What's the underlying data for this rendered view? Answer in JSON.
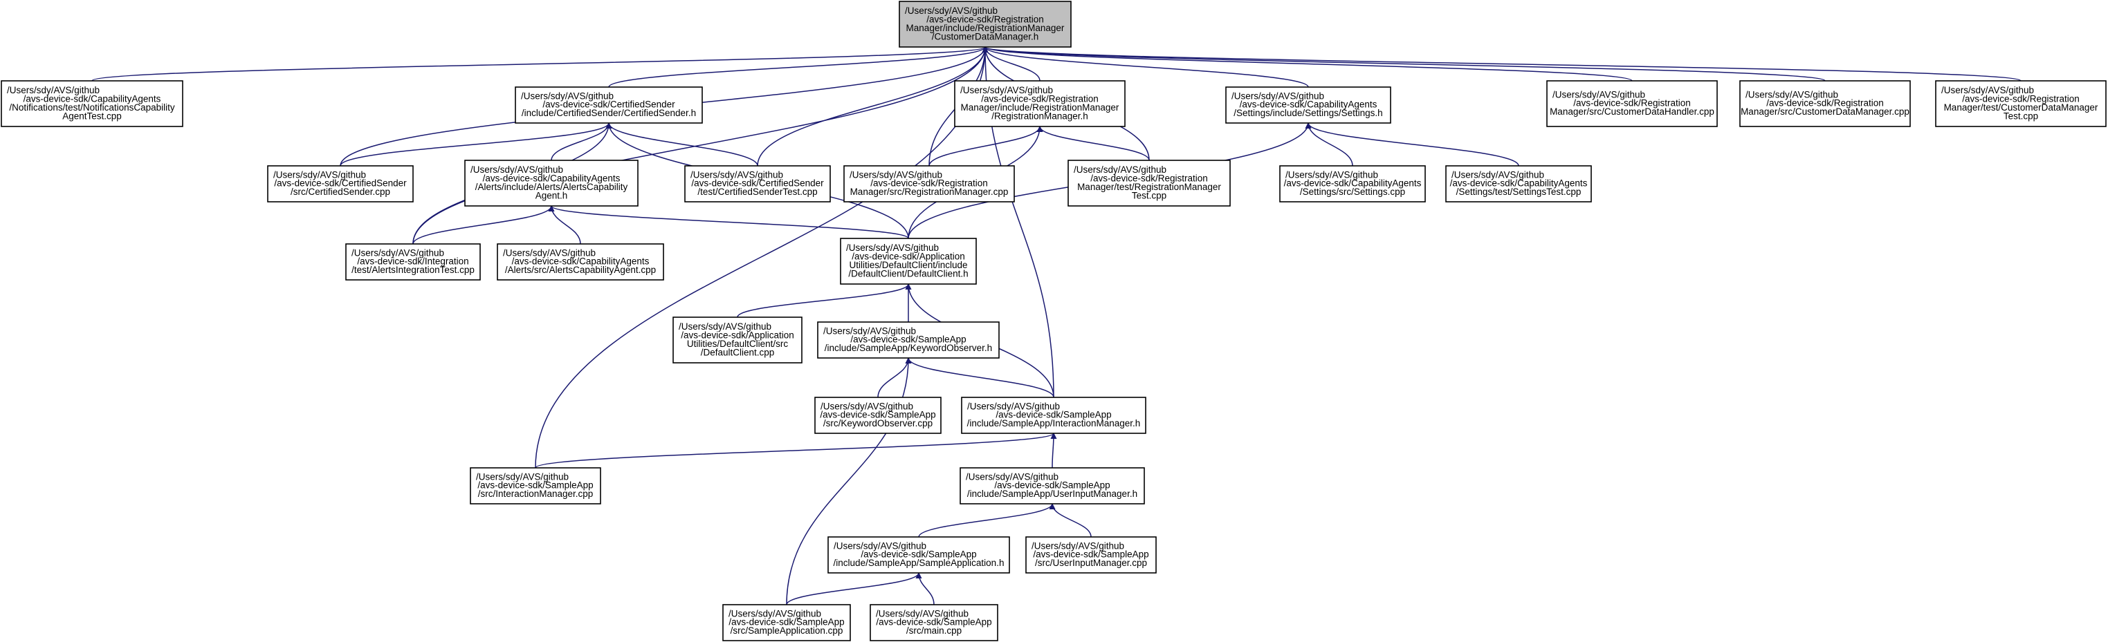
{
  "colors": {
    "edge": "#191970",
    "root_fill": "#bfbfbf",
    "node_fill": "#ffffff",
    "border": "#000000"
  },
  "nodes": [
    {
      "id": "n0",
      "lines": [
        "/Users/sdy/AVS/github",
        "/avs-device-sdk/Registration",
        "Manager/include/RegistrationManager",
        "/CustomerDataManager.h"
      ]
    },
    {
      "id": "n1",
      "lines": [
        "/Users/sdy/AVS/github",
        "/avs-device-sdk/CapabilityAgents",
        "/Notifications/test/NotificationsCapability",
        "AgentTest.cpp"
      ]
    },
    {
      "id": "n2",
      "lines": [
        "/Users/sdy/AVS/github",
        "/avs-device-sdk/CertifiedSender",
        "/include/CertifiedSender/CertifiedSender.h"
      ]
    },
    {
      "id": "n3",
      "lines": [
        "/Users/sdy/AVS/github",
        "/avs-device-sdk/Registration",
        "Manager/include/RegistrationManager",
        "/RegistrationManager.h"
      ]
    },
    {
      "id": "n4",
      "lines": [
        "/Users/sdy/AVS/github",
        "/avs-device-sdk/CapabilityAgents",
        "/Settings/include/Settings/Settings.h"
      ]
    },
    {
      "id": "n5",
      "lines": [
        "/Users/sdy/AVS/github",
        "/avs-device-sdk/Registration",
        "Manager/src/CustomerDataHandler.cpp"
      ]
    },
    {
      "id": "n6",
      "lines": [
        "/Users/sdy/AVS/github",
        "/avs-device-sdk/Registration",
        "Manager/src/CustomerDataManager.cpp"
      ]
    },
    {
      "id": "n7",
      "lines": [
        "/Users/sdy/AVS/github",
        "/avs-device-sdk/Registration",
        "Manager/test/CustomerDataManager",
        "Test.cpp"
      ]
    },
    {
      "id": "n8",
      "lines": [
        "/Users/sdy/AVS/github",
        "/avs-device-sdk/CertifiedSender",
        "/src/CertifiedSender.cpp"
      ]
    },
    {
      "id": "n9",
      "lines": [
        "/Users/sdy/AVS/github",
        "/avs-device-sdk/CapabilityAgents",
        "/Alerts/include/Alerts/AlertsCapability",
        "Agent.h"
      ]
    },
    {
      "id": "n10",
      "lines": [
        "/Users/sdy/AVS/github",
        "/avs-device-sdk/CertifiedSender",
        "/test/CertifiedSenderTest.cpp"
      ]
    },
    {
      "id": "n11",
      "lines": [
        "/Users/sdy/AVS/github",
        "/avs-device-sdk/Registration",
        "Manager/src/RegistrationManager.cpp"
      ]
    },
    {
      "id": "n12",
      "lines": [
        "/Users/sdy/AVS/github",
        "/avs-device-sdk/Registration",
        "Manager/test/RegistrationManager",
        "Test.cpp"
      ]
    },
    {
      "id": "n13",
      "lines": [
        "/Users/sdy/AVS/github",
        "/avs-device-sdk/CapabilityAgents",
        "/Settings/src/Settings.cpp"
      ]
    },
    {
      "id": "n14",
      "lines": [
        "/Users/sdy/AVS/github",
        "/avs-device-sdk/CapabilityAgents",
        "/Settings/test/SettingsTest.cpp"
      ]
    },
    {
      "id": "n15",
      "lines": [
        "/Users/sdy/AVS/github",
        "/avs-device-sdk/Integration",
        "/test/AlertsIntegrationTest.cpp"
      ]
    },
    {
      "id": "n16",
      "lines": [
        "/Users/sdy/AVS/github",
        "/avs-device-sdk/CapabilityAgents",
        "/Alerts/src/AlertsCapabilityAgent.cpp"
      ]
    },
    {
      "id": "n17",
      "lines": [
        "/Users/sdy/AVS/github",
        "/avs-device-sdk/Application",
        "Utilities/DefaultClient/include",
        "/DefaultClient/DefaultClient.h"
      ]
    },
    {
      "id": "n18",
      "lines": [
        "/Users/sdy/AVS/github",
        "/avs-device-sdk/Application",
        "Utilities/DefaultClient/src",
        "/DefaultClient.cpp"
      ]
    },
    {
      "id": "n19",
      "lines": [
        "/Users/sdy/AVS/github",
        "/avs-device-sdk/SampleApp",
        "/include/SampleApp/KeywordObserver.h"
      ]
    },
    {
      "id": "n20",
      "lines": [
        "/Users/sdy/AVS/github",
        "/avs-device-sdk/SampleApp",
        "/src/KeywordObserver.cpp"
      ]
    },
    {
      "id": "n21",
      "lines": [
        "/Users/sdy/AVS/github",
        "/avs-device-sdk/SampleApp",
        "/include/SampleApp/InteractionManager.h"
      ]
    },
    {
      "id": "n22",
      "lines": [
        "/Users/sdy/AVS/github",
        "/avs-device-sdk/SampleApp",
        "/src/InteractionManager.cpp"
      ]
    },
    {
      "id": "n23",
      "lines": [
        "/Users/sdy/AVS/github",
        "/avs-device-sdk/SampleApp",
        "/include/SampleApp/UserInputManager.h"
      ]
    },
    {
      "id": "n24",
      "lines": [
        "/Users/sdy/AVS/github",
        "/avs-device-sdk/SampleApp",
        "/include/SampleApp/SampleApplication.h"
      ]
    },
    {
      "id": "n25",
      "lines": [
        "/Users/sdy/AVS/github",
        "/avs-device-sdk/SampleApp",
        "/src/UserInputManager.cpp"
      ]
    },
    {
      "id": "n26",
      "lines": [
        "/Users/sdy/AVS/github",
        "/avs-device-sdk/SampleApp",
        "/src/SampleApplication.cpp"
      ]
    },
    {
      "id": "n27",
      "lines": [
        "/Users/sdy/AVS/github",
        "/avs-device-sdk/SampleApp",
        "/src/main.cpp"
      ]
    }
  ],
  "edges": [
    [
      "n0",
      "n1"
    ],
    [
      "n0",
      "n2"
    ],
    [
      "n0",
      "n3"
    ],
    [
      "n0",
      "n4"
    ],
    [
      "n0",
      "n5"
    ],
    [
      "n0",
      "n6"
    ],
    [
      "n0",
      "n7"
    ],
    [
      "n0",
      "n8"
    ],
    [
      "n0",
      "n10"
    ],
    [
      "n0",
      "n11"
    ],
    [
      "n0",
      "n12"
    ],
    [
      "n0",
      "n15"
    ],
    [
      "n0",
      "n22"
    ],
    [
      "n0",
      "n21"
    ],
    [
      "n2",
      "n8"
    ],
    [
      "n2",
      "n9"
    ],
    [
      "n2",
      "n10"
    ],
    [
      "n2",
      "n15"
    ],
    [
      "n2",
      "n17"
    ],
    [
      "n3",
      "n11"
    ],
    [
      "n3",
      "n12"
    ],
    [
      "n3",
      "n17"
    ],
    [
      "n4",
      "n13"
    ],
    [
      "n4",
      "n14"
    ],
    [
      "n4",
      "n17"
    ],
    [
      "n9",
      "n15"
    ],
    [
      "n9",
      "n16"
    ],
    [
      "n9",
      "n17"
    ],
    [
      "n17",
      "n18"
    ],
    [
      "n17",
      "n19"
    ],
    [
      "n17",
      "n21"
    ],
    [
      "n19",
      "n20"
    ],
    [
      "n19",
      "n21"
    ],
    [
      "n19",
      "n26"
    ],
    [
      "n21",
      "n22"
    ],
    [
      "n21",
      "n23"
    ],
    [
      "n23",
      "n24"
    ],
    [
      "n23",
      "n25"
    ],
    [
      "n24",
      "n26"
    ],
    [
      "n24",
      "n27"
    ]
  ]
}
